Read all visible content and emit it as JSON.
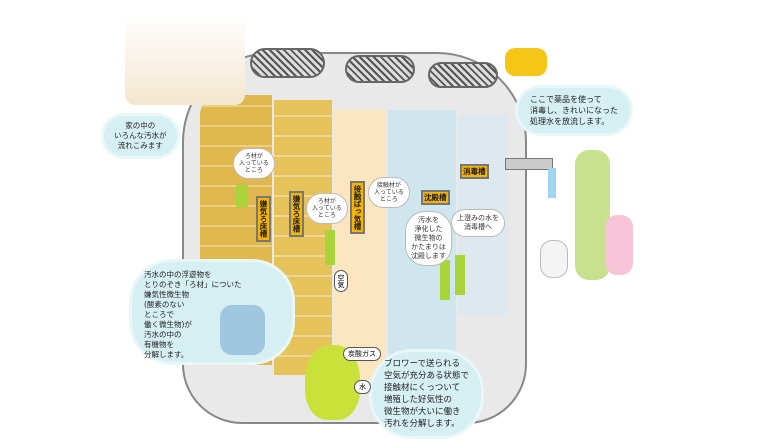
{
  "bubbles": {
    "inflow": "家の中の\nいろんな汚水が\n流れこみます",
    "disinfect": "ここで薬品を使って\n消毒し、きれいになった\n処理水を放流します。",
    "anaerobic": "汚水の中の浮遊物を\nとりのぞき「ろ材」についた\n嫌気性微生物\n(酸素のない\nところで\n働く微生物)が\n汚水の中の\n有機物を\n分解します。",
    "aerobic": "ブロワーで送られる\n空気が充分ある状態で\n接触材にくっついて\n増殖した好気性の\n微生物が大いに働き\n汚れを分解します。"
  },
  "small_notes": {
    "media1": "ろ材が\n入っている\nところ",
    "media2": "ろ材が\n入っている\nところ",
    "contact": "接触材が\n入っている\nところ",
    "settle": "汚水を\n浄化した\n微生物の\nかたまりは\n沈殿します",
    "supernatant": "上澄みの水を\n消毒槽へ"
  },
  "tanks": {
    "anaerobic1": "嫌気ろ床槽",
    "anaerobic2": "嫌気ろ床槽",
    "aeration": "接触ばっ気槽",
    "sedimentation": "沈殿槽",
    "disinfection": "消毒槽"
  },
  "labels": {
    "air": "空気",
    "co2": "炭酸ガス",
    "water": "水"
  },
  "colors": {
    "cloud": "#d6eff2",
    "tag": "#f5b400",
    "anaerobic": "#e6c35a",
    "aeration": "#fbe6c0",
    "sediment": "#cfe6ef",
    "arrow": "#a9d43a"
  }
}
